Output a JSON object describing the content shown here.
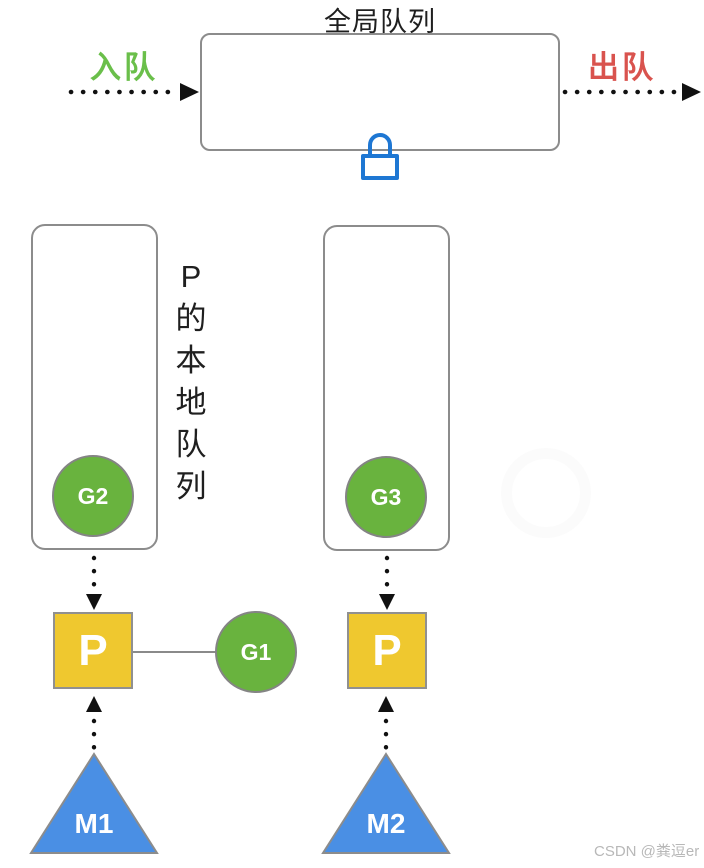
{
  "diagram": {
    "title": "全局队列",
    "enqueue": "入队",
    "dequeue": "出队",
    "local_queue_label": "P的本地队列",
    "local_queue_chars": [
      "P",
      "的",
      "本",
      "地",
      "队",
      "列"
    ],
    "nodes": {
      "g1": "G1",
      "g2": "G2",
      "g3": "G3",
      "p_left": "P",
      "p_right": "P",
      "m1": "M1",
      "m2": "M2"
    },
    "icons": {
      "lock": "lock-icon"
    }
  },
  "watermark": "CSDN @粪逗er",
  "colors": {
    "green_node": "#69b33e",
    "enqueue_green": "#6abf4a",
    "dequeue_red": "#d9534e",
    "processor_yellow": "#efc82f",
    "machine_blue": "#4a8fe4",
    "lock_blue": "#1e77d3",
    "border_gray": "#8c8c8c",
    "arrow_black": "#111111",
    "watermark_gray": "#b8b8b8"
  }
}
